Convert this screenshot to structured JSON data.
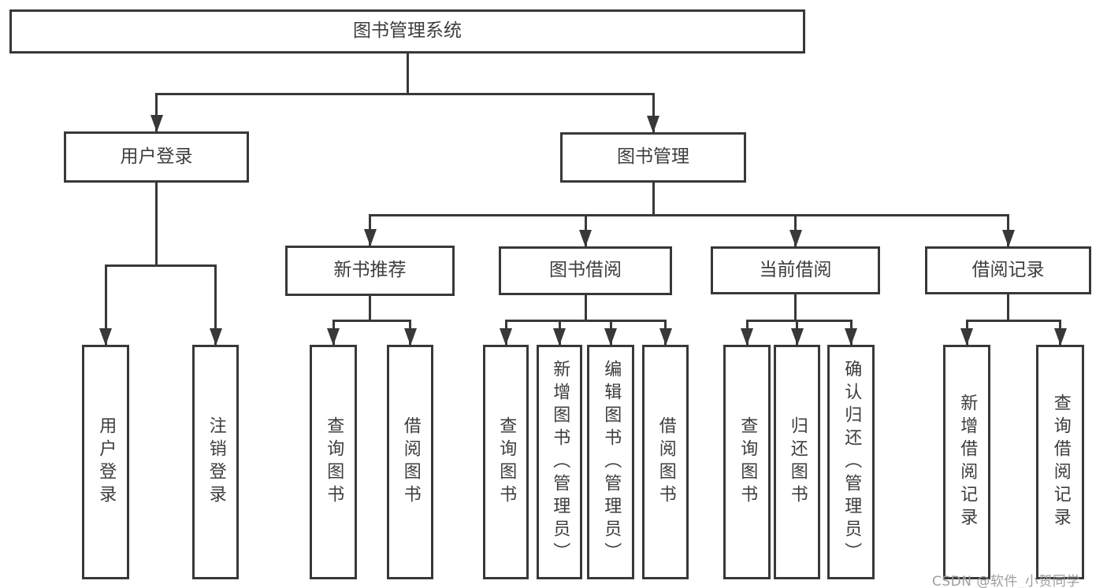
{
  "watermark": "CSDN @软件_小贺同学",
  "colors": {
    "line": "#383838",
    "text": "#3d3d3d",
    "watermark_gray": "#9e9e9e",
    "box_background": "#ffffff"
  },
  "nodes": [
    {
      "id": "root",
      "label": "图书管理系统",
      "parent": null
    },
    {
      "id": "user-login",
      "label": "用户登录",
      "parent": "root"
    },
    {
      "id": "book-management",
      "label": "图书管理",
      "parent": "root"
    },
    {
      "id": "login",
      "label": "用户登录",
      "parent": "user-login"
    },
    {
      "id": "logout",
      "label": "注销登录",
      "parent": "user-login"
    },
    {
      "id": "new-book-recommend",
      "label": "新书推荐",
      "parent": "book-management"
    },
    {
      "id": "book-borrowing",
      "label": "图书借阅",
      "parent": "book-management"
    },
    {
      "id": "current-borrowing",
      "label": "当前借阅",
      "parent": "book-management"
    },
    {
      "id": "borrowing-records",
      "label": "借阅记录",
      "parent": "book-management"
    },
    {
      "id": "nbr-query-books",
      "label": "查询图书",
      "parent": "new-book-recommend"
    },
    {
      "id": "nbr-borrow-books",
      "label": "借阅图书",
      "parent": "new-book-recommend"
    },
    {
      "id": "bb-query-books",
      "label": "查询图书",
      "parent": "book-borrowing"
    },
    {
      "id": "bb-add-books",
      "label": "新增图书（管理员）",
      "parent": "book-borrowing"
    },
    {
      "id": "bb-edit-books",
      "label": "编辑图书（管理员）",
      "parent": "book-borrowing"
    },
    {
      "id": "bb-borrow-books",
      "label": "借阅图书",
      "parent": "book-borrowing"
    },
    {
      "id": "cb-query-books",
      "label": "查询图书",
      "parent": "current-borrowing"
    },
    {
      "id": "cb-return-books",
      "label": "归还图书",
      "parent": "current-borrowing"
    },
    {
      "id": "cb-confirm-return",
      "label": "确认归还（管理员）",
      "parent": "current-borrowing"
    },
    {
      "id": "br-add-record",
      "label": "新增借阅记录",
      "parent": "borrowing-records"
    },
    {
      "id": "br-query-record",
      "label": "查询借阅记录",
      "parent": "borrowing-records"
    }
  ]
}
